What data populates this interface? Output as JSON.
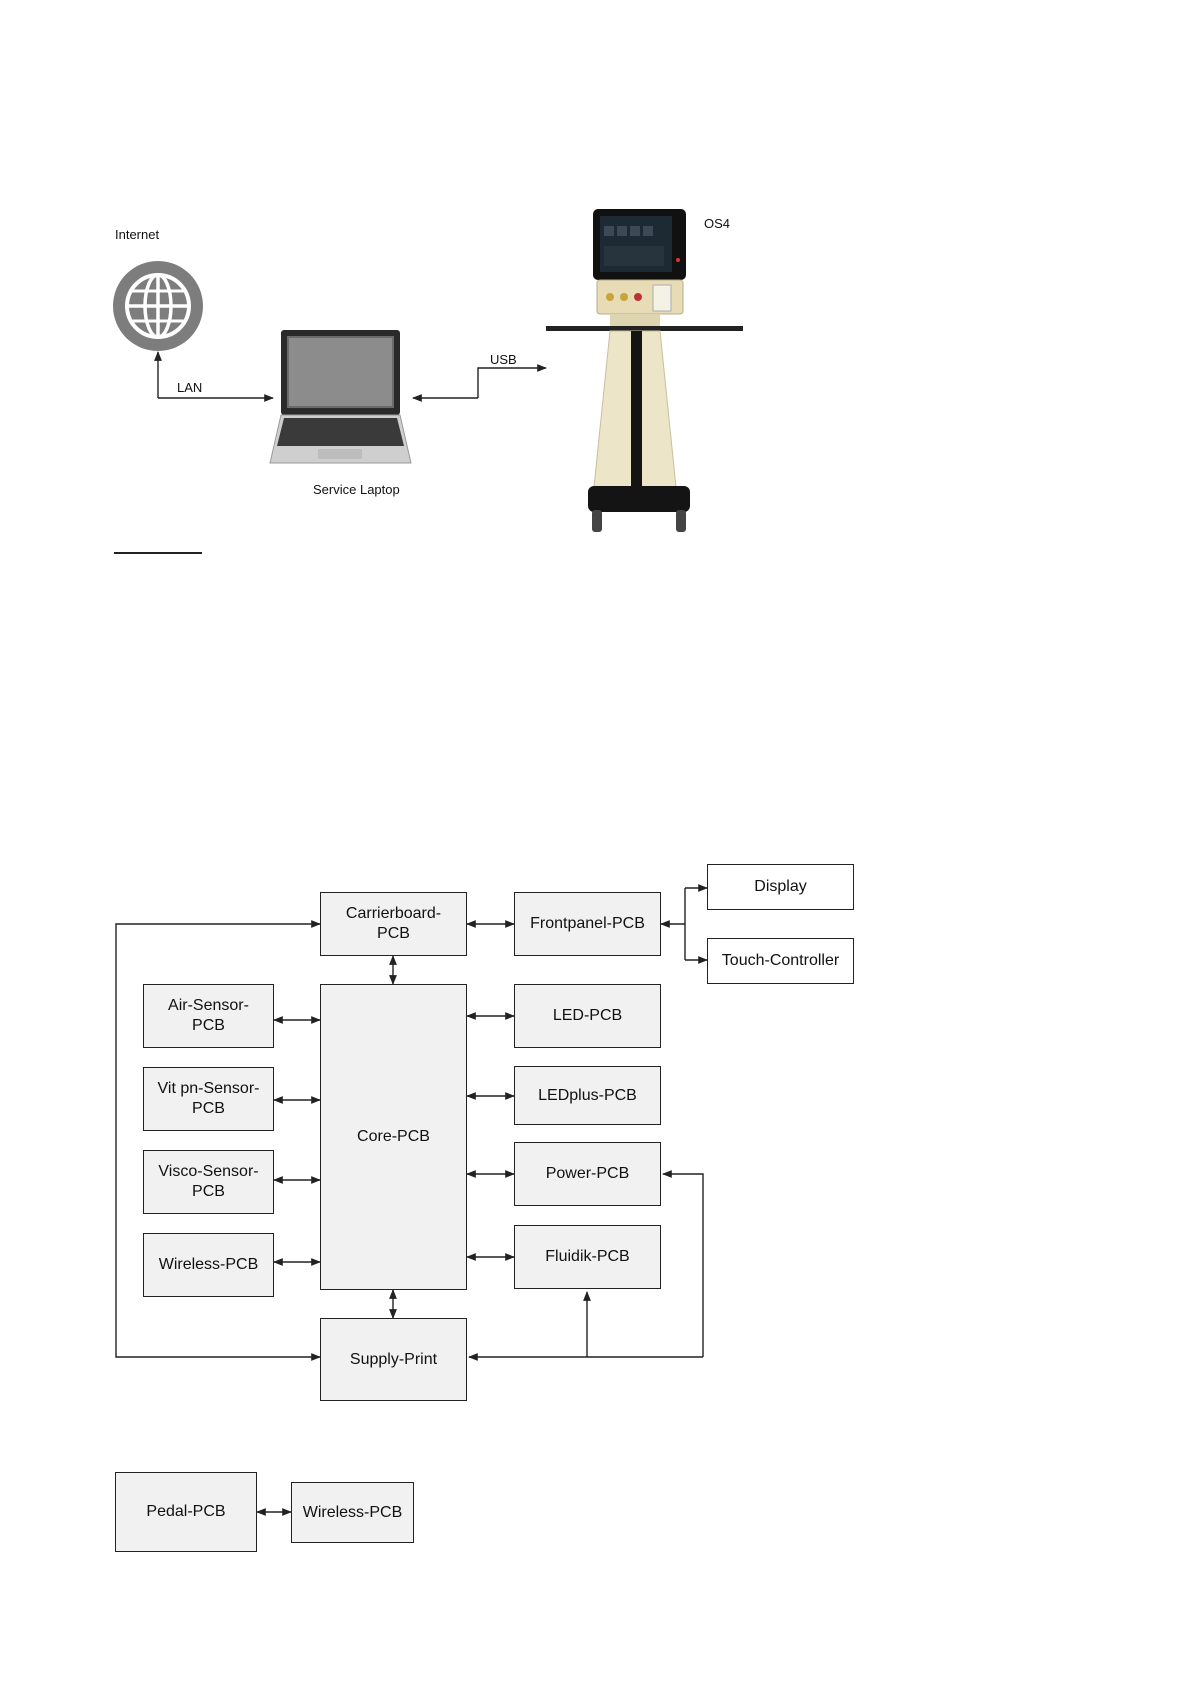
{
  "network": {
    "internet_label": "Internet",
    "lan_label": "LAN",
    "usb_label": "USB",
    "laptop_label": "Service Laptop",
    "device_label": "OS4"
  },
  "blocks": {
    "carrierboard": {
      "line1": "Carrierboard-",
      "line2": "PCB"
    },
    "frontpanel": "Frontpanel-PCB",
    "display": "Display",
    "touch_controller": "Touch-Controller",
    "air_sensor": {
      "line1": "Air-Sensor-",
      "line2": "PCB"
    },
    "vit_sensor": {
      "line1": "Vit pn-Sensor-",
      "line2": "PCB"
    },
    "visco_sensor": {
      "line1": "Visco-Sensor-",
      "line2": "PCB"
    },
    "wireless_left": "Wireless-PCB",
    "core": "Core-PCB",
    "led": "LED-PCB",
    "ledplus": "LEDplus-PCB",
    "power": "Power-PCB",
    "fluidik": "Fluidik-PCB",
    "supply": "Supply-Print",
    "pedal": "Pedal-PCB",
    "wireless_pedal": "Wireless-PCB"
  },
  "colors": {
    "box_fill": "#f1f1f1",
    "line": "#222222",
    "globe": "#7d7d7d"
  }
}
